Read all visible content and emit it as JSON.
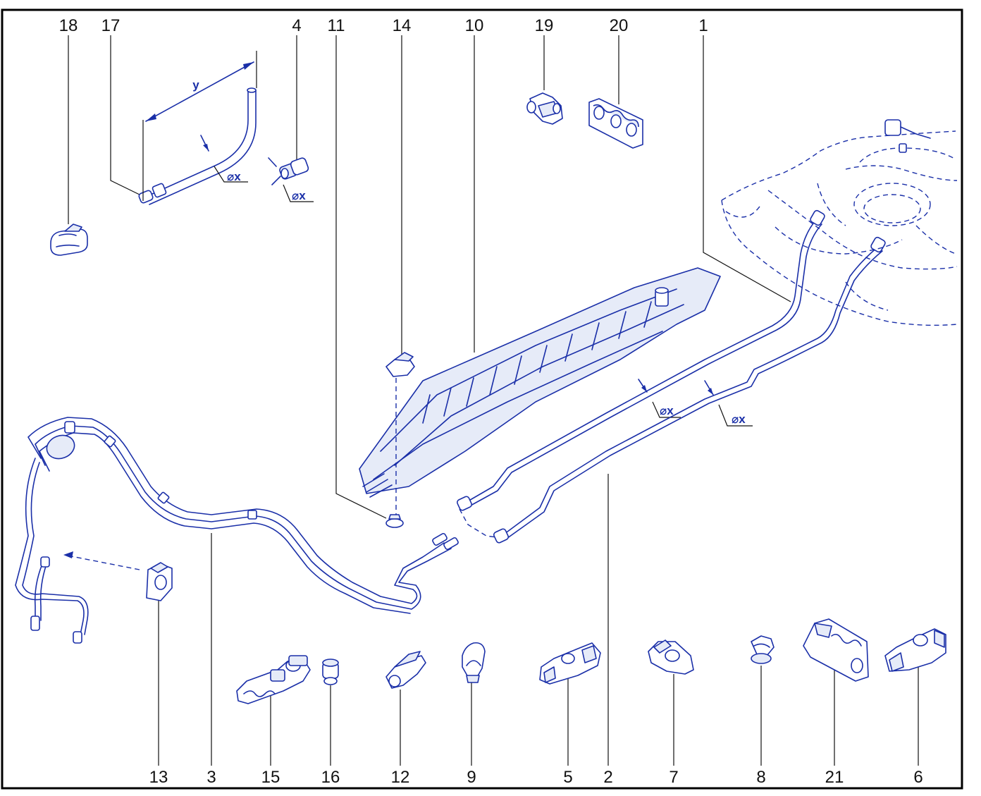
{
  "diagram": {
    "callouts": {
      "c1": "1",
      "c2": "2",
      "c3": "3",
      "c4": "4",
      "c5": "5",
      "c6": "6",
      "c7": "7",
      "c8": "8",
      "c9": "9",
      "c10": "10",
      "c11": "11",
      "c12": "12",
      "c13": "13",
      "c14": "14",
      "c15": "15",
      "c16": "16",
      "c17": "17",
      "c18": "18",
      "c19": "19",
      "c20": "20",
      "c21": "21"
    },
    "dimensions": {
      "length_label": "y",
      "diameter_label": "⌀x"
    },
    "colors": {
      "line_art": "#1a2fa8",
      "callout_text": "#111111",
      "frame": "#000000",
      "background": "#ffffff"
    }
  }
}
